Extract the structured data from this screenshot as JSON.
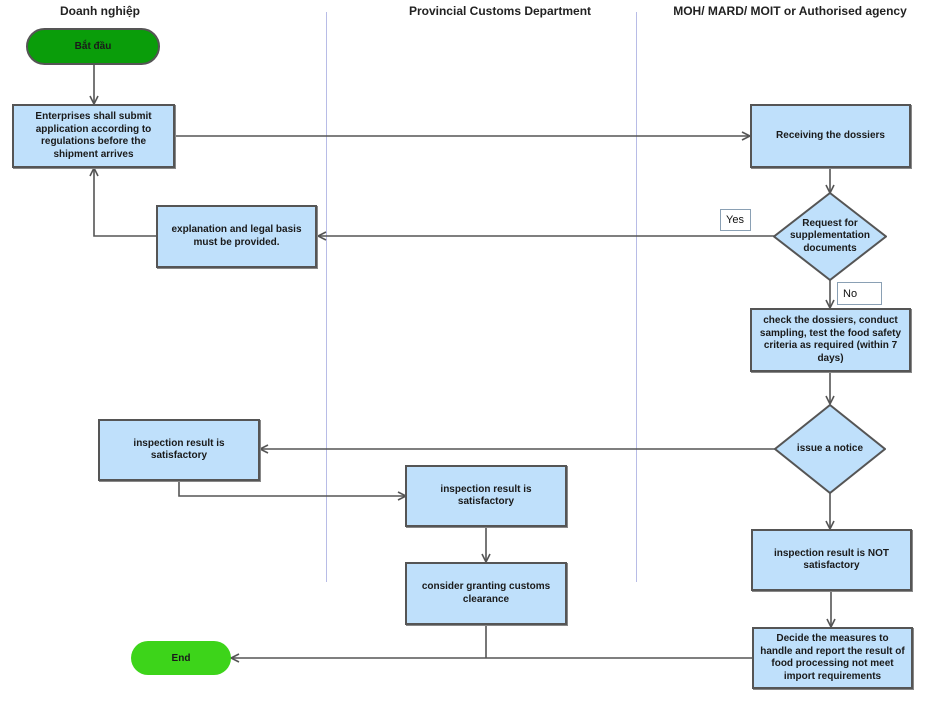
{
  "lanes": [
    {
      "title": "Doanh nghiệp"
    },
    {
      "title": "Provincial Customs Department"
    },
    {
      "title": "MOH/ MARD/ MOIT or Authorised agency"
    }
  ],
  "nodes": {
    "start": "Bắt đầu",
    "submit": "Enterprises shall submit application according to regulations before the shipment arrives",
    "receive": "Receiving the dossiers",
    "request_supplement": "Request for supplementation documents",
    "explanation": "explanation and legal basis must be provided.",
    "check": "check the dossiers, conduct sampling, test the food safety criteria as required (within 7 days)",
    "issue_notice": "issue a notice",
    "result_ok_enterprise": "inspection result is satisfactory",
    "result_ok_customs": "inspection result is satisfactory",
    "not_satisfactory": "inspection result is NOT satisfactory",
    "clearance": "consider granting customs clearance",
    "decide_measures": "Decide the measures to handle and report the result of food processing not meet import requirements",
    "end": "End"
  },
  "labels": {
    "yes": "Yes",
    "no": "No"
  },
  "colors": {
    "box_fill": "#bfe0fb",
    "start_fill": "#0a9d0a",
    "end_fill": "#3dd41a",
    "lane_divider": "#b8bce6"
  }
}
